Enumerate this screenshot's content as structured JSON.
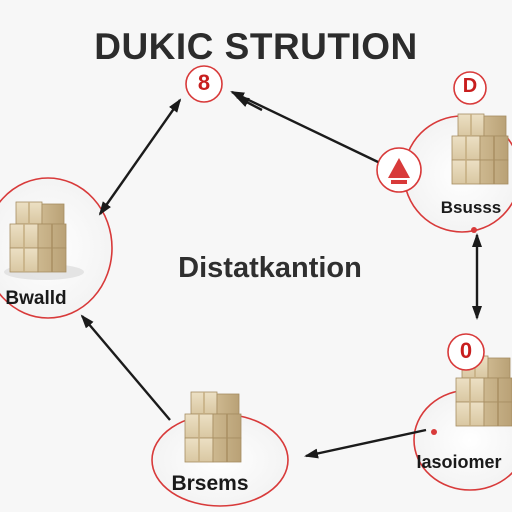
{
  "title": "DUKIC STRUTION",
  "center_label": "Distatkantion",
  "colors": {
    "accent_red": "#d83a3a",
    "arrow": "#1b1b1b",
    "box_tan": "#d8c6a1",
    "text_dark": "#2c2c2c"
  },
  "nodes": {
    "top": {
      "badge": "8"
    },
    "right": {
      "badge": "D",
      "label": "Bsusss"
    },
    "left": {
      "label": "Bwalld"
    },
    "bottom": {
      "label": "Brsems"
    },
    "bottom_right": {
      "badge": "0",
      "label": "Iasoiomer"
    }
  },
  "icons": {
    "right_marker": "warning-triangle-icon",
    "boxes": "cardboard-boxes-icon"
  }
}
